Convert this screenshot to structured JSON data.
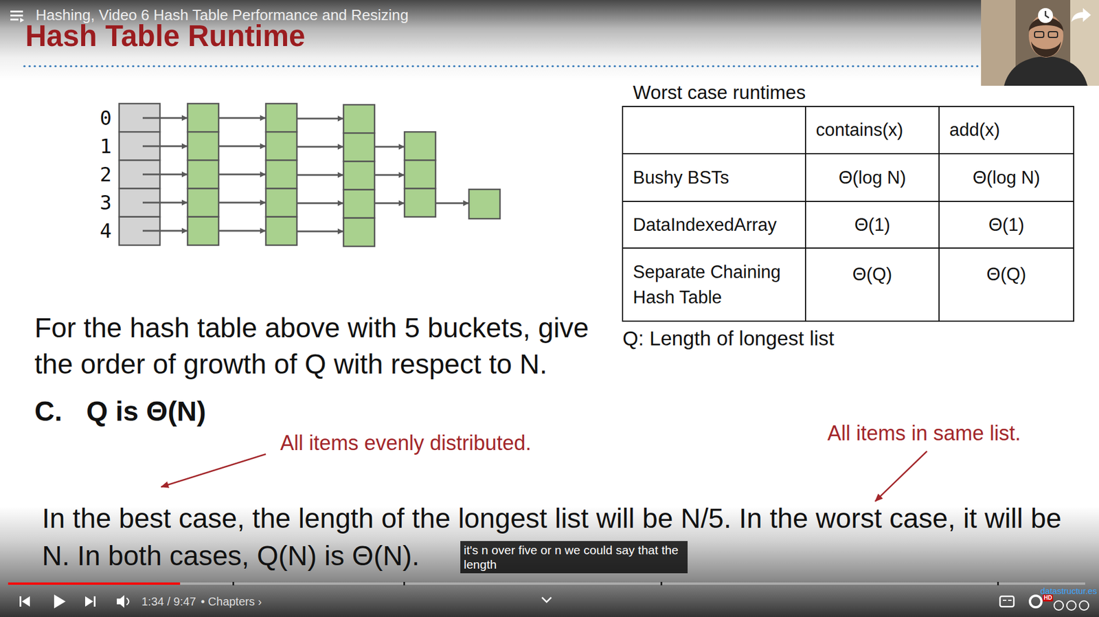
{
  "diagram": {
    "title": "Hash Table Runtime",
    "labels": [
      "Hashing, Video 6 Hash Table Performance and Resizing",
      "0",
      "1",
      "2",
      "3",
      "4",
      "Worst case runtimes",
      "contains(x)",
      "add(x)",
      "Bushy BSTs",
      "Θ(log N)",
      "Θ(log N)",
      "DataIndexedArray",
      "Θ(1)",
      "Θ(1)",
      "Separate Chaining Hash Table",
      "Θ(Q)",
      "Θ(Q)",
      "Q: Length of longest list",
      "For the hash table above with 5 buckets, give the order of growth of Q with respect to N.",
      "C.",
      "Q is Θ(N)",
      "All items evenly distributed.",
      "All items in same list.",
      "In the best case, the length of the longest list will be N/5. In the worst case, it will be N. In both cases, Q(N) is Θ(N).",
      "it's n over five or n we could say that the length",
      "1:34 / 9:47",
      "• Chapters ›",
      "datastructur.es",
      "HD"
    ]
  }
}
